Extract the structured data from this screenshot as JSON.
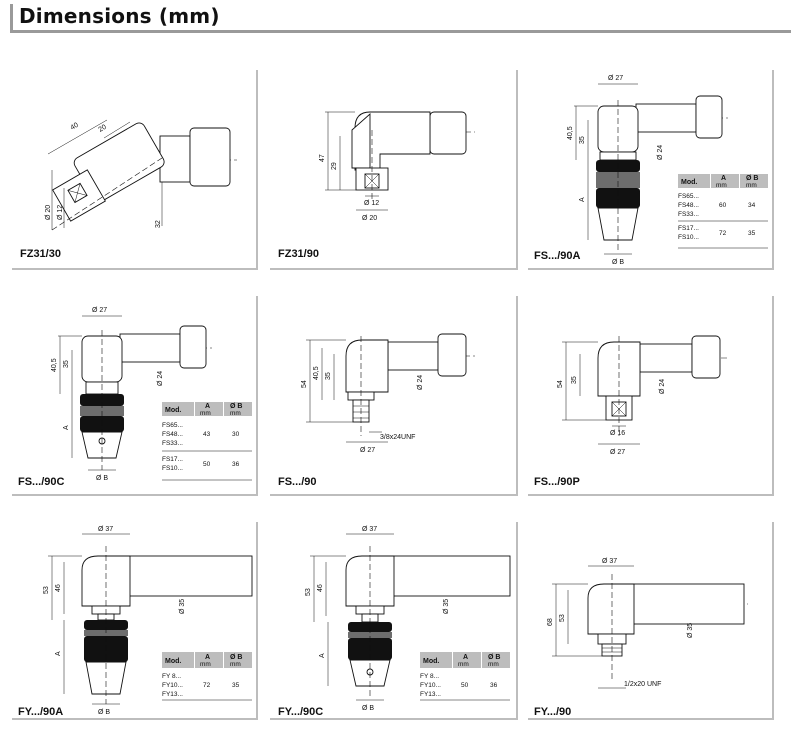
{
  "page": {
    "title": "Dimensions (mm)"
  },
  "table_headers": {
    "mod": "Mod.",
    "a": "A",
    "a_unit": "mm",
    "b": "Ø B",
    "b_unit": "mm"
  },
  "panels": {
    "fz31_30": {
      "caption": "FZ31/30",
      "dims": {
        "len40": "40",
        "len20": "20",
        "d20": "Ø 20",
        "d12": "Ø 12",
        "h32": "32"
      }
    },
    "fz31_90": {
      "caption": "FZ31/90",
      "dims": {
        "h47": "47",
        "h29": "29",
        "d12": "Ø 12",
        "d20": "Ø 20"
      }
    },
    "fs_90a": {
      "caption": "FS.../90A",
      "dims": {
        "d27": "Ø 27",
        "h40_5": "40,5",
        "h35": "35",
        "d24": "Ø 24",
        "a": "A",
        "b": "Ø B"
      },
      "table": [
        {
          "models": [
            "FS65...",
            "FS48...",
            "FS33..."
          ],
          "a": "60",
          "b": "34"
        },
        {
          "models": [
            "FS17...",
            "FS10..."
          ],
          "a": "72",
          "b": "35"
        }
      ]
    },
    "fs_90c": {
      "caption": "FS.../90C",
      "dims": {
        "d27": "Ø 27",
        "h40_5": "40,5",
        "h35": "35",
        "d24": "Ø 24",
        "a": "A",
        "b": "Ø B"
      },
      "table": [
        {
          "models": [
            "FS65...",
            "FS48...",
            "FS33..."
          ],
          "a": "43",
          "b": "30"
        },
        {
          "models": [
            "FS17...",
            "FS10..."
          ],
          "a": "50",
          "b": "36"
        }
      ]
    },
    "fs_90": {
      "caption": "FS.../90",
      "dims": {
        "h54": "54",
        "h40_5": "40,5",
        "h35": "35",
        "d24": "Ø 24",
        "thread": "3/8x24UNF",
        "d27": "Ø 27"
      }
    },
    "fs_90p": {
      "caption": "FS.../90P",
      "dims": {
        "h54": "54",
        "h35": "35",
        "d24": "Ø 24",
        "d16": "Ø 16",
        "d27": "Ø 27"
      }
    },
    "fy_90a": {
      "caption": "FY.../90A",
      "dims": {
        "d37": "Ø 37",
        "h53": "53",
        "h46": "46",
        "d35": "Ø 35",
        "a": "A",
        "b": "Ø B"
      },
      "table": [
        {
          "models": [
            "FY 8...",
            "FY10...",
            "FY13..."
          ],
          "a": "72",
          "b": "35"
        }
      ]
    },
    "fy_90c": {
      "caption": "FY.../90C",
      "dims": {
        "d37": "Ø 37",
        "h53": "53",
        "h46": "46",
        "d35": "Ø 35",
        "a": "A",
        "b": "Ø B"
      },
      "table": [
        {
          "models": [
            "FY 8...",
            "FY10...",
            "FY13..."
          ],
          "a": "50",
          "b": "36"
        }
      ]
    },
    "fy_90": {
      "caption": "FY.../90",
      "dims": {
        "d37": "Ø 37",
        "h68": "68",
        "h53": "53",
        "d35": "Ø 35",
        "thread": "1/2x20 UNF"
      }
    }
  }
}
